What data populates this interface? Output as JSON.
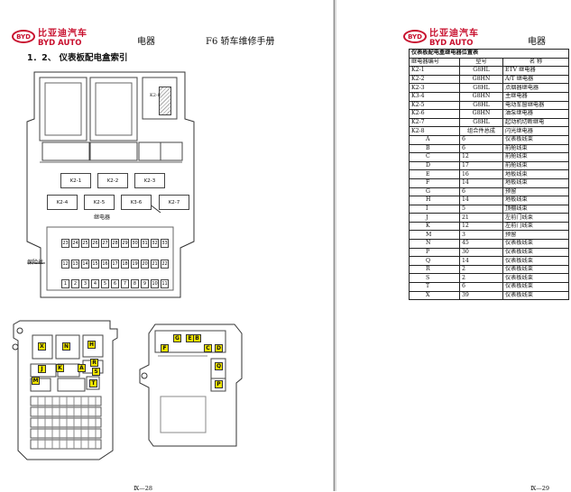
{
  "brand": {
    "name_cn": "比亚迪汽车",
    "name_en": "BYD AUTO",
    "oval": "BYD"
  },
  "left_page": {
    "category": "电器",
    "manual_title": "F6 轿车维修手册",
    "section_title": "1．2、 仪表板配电盒索引",
    "relay_labels": [
      "K2-1",
      "K2-2",
      "K2-3",
      "K2-4",
      "K2-5",
      "K3-6",
      "K2-7",
      "K2-8"
    ],
    "relay_caption": "继电器",
    "fuse_caption": "保险丝",
    "fuse_row_1": [
      "23",
      "24",
      "25",
      "26",
      "27",
      "28",
      "29",
      "30",
      "31",
      "32",
      "33"
    ],
    "fuse_row_2": [
      "12",
      "13",
      "14",
      "15",
      "16",
      "17",
      "18",
      "19",
      "20",
      "21",
      "22"
    ],
    "fuse_row_3": [
      "1",
      "2",
      "3",
      "4",
      "5",
      "6",
      "7",
      "8",
      "9",
      "10",
      "11"
    ],
    "connector_left": [
      "X",
      "N",
      "H",
      "J",
      "K",
      "R",
      "M",
      "A",
      "S",
      "T"
    ],
    "connector_right": [
      "F",
      "G",
      "E",
      "B",
      "C",
      "D",
      "Q",
      "P"
    ],
    "page_number": "Ⅸ—28"
  },
  "right_page": {
    "category": "电器",
    "table_title": "仪表板配电盒继电器位置表",
    "headers": [
      "继电器编号",
      "型号",
      "名  称"
    ],
    "relays": [
      [
        "K2-1",
        "G8HL",
        "ETV 继电器"
      ],
      [
        "K2-2",
        "G8HN",
        "A/T 继电器"
      ],
      [
        "K2-3",
        "G8HL",
        "点烟器继电器"
      ],
      [
        "K3-4",
        "G8HN",
        "主继电器"
      ],
      [
        "K2-5",
        "G8HL",
        "电动车窗继电器"
      ],
      [
        "K2-6",
        "G8HN",
        "油泵继电器"
      ],
      [
        "K2-7",
        "G8HL",
        "起动机切断继电"
      ],
      [
        "K2-8",
        "组合件总成",
        "闪光继电器"
      ]
    ],
    "connectors": [
      [
        "A",
        "6",
        "仪表板线束"
      ],
      [
        "B",
        "6",
        "前舱线束"
      ],
      [
        "C",
        "12",
        "前舱线束"
      ],
      [
        "D",
        "17",
        "前舱线束"
      ],
      [
        "E",
        "16",
        "地板线束"
      ],
      [
        "F",
        "14",
        "地板线束"
      ],
      [
        "G",
        "6",
        "预留"
      ],
      [
        "H",
        "14",
        "地板线束"
      ],
      [
        "I",
        "5",
        "顶棚线束"
      ],
      [
        "J",
        "21",
        "左前门线束"
      ],
      [
        "K",
        "12",
        "左前门线束"
      ],
      [
        "M",
        "3",
        "预留"
      ],
      [
        "N",
        "45",
        "仪表板线束"
      ],
      [
        "P",
        "30",
        "仪表板线束"
      ],
      [
        "Q",
        "14",
        "仪表板线束"
      ],
      [
        "R",
        "2",
        "仪表板线束"
      ],
      [
        "S",
        "2",
        "仪表板线束"
      ],
      [
        "T",
        "6",
        "仪表板线束"
      ],
      [
        "X",
        "39",
        "仪表板线束"
      ]
    ],
    "page_number": "Ⅸ—29"
  },
  "colors": {
    "brand_red": "#c8102e",
    "connector_label": "#f3e600"
  }
}
